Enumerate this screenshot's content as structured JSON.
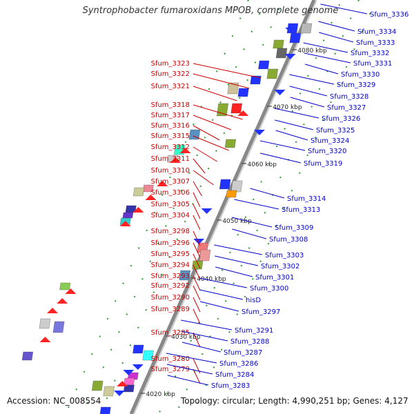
{
  "title": "Syntrophobacter fumaroxidans MPOB, complete genome",
  "footer": {
    "accession": "Accession: NC_008554",
    "topology": "Topology: circular; Length: 4,990,251 bp; Genes: 4,127"
  },
  "colors": {
    "plus_strand_label": "#cc0000",
    "minus_strand_label": "#0000cc",
    "backbone": "#888888"
  },
  "axis_ticks": [
    "4080 kbp",
    "4070 kbp",
    "4060 kbp",
    "4050 kbp",
    "4040 kbp",
    "4030 kbp",
    "4020 kbp"
  ],
  "left_genes": [
    "Sfum_3323",
    "Sfum_3322",
    "Sfum_3321",
    "Sfum_3318",
    "Sfum_3317",
    "Sfum_3316",
    "Sfum_3315",
    "Sfum_3312",
    "Sfum_3311",
    "Sfum_3310",
    "Sfum_3307",
    "Sfum_3306",
    "Sfum_3305",
    "Sfum_3304",
    "Sfum_3298",
    "Sfum_3296",
    "Sfum_3295",
    "Sfum_3294",
    "Sfum_3293",
    "Sfum_3292",
    "Sfum_3290",
    "Sfum_3289",
    "Sfum_3285",
    "Sfum_3280",
    "Sfum_3279"
  ],
  "right_genes": [
    "Sfum_3336",
    "Sfum_3334",
    "Sfum_3333",
    "Sfum_3332",
    "Sfum_3331",
    "Sfum_3330",
    "Sfum_3329",
    "Sfum_3328",
    "Sfum_3327",
    "Sfum_3326",
    "Sfum_3325",
    "Sfum_3324",
    "Sfum_3320",
    "Sfum_3319",
    "Sfum_3314",
    "Sfum_3313",
    "Sfum_3309",
    "Sfum_3308",
    "Sfum_3303",
    "Sfum_3302",
    "Sfum_3301",
    "Sfum_3300",
    "hisD",
    "Sfum_3297",
    "Sfum_3291",
    "Sfum_3288",
    "Sfum_3287",
    "Sfum_3286",
    "Sfum_3284",
    "Sfum_3283"
  ]
}
